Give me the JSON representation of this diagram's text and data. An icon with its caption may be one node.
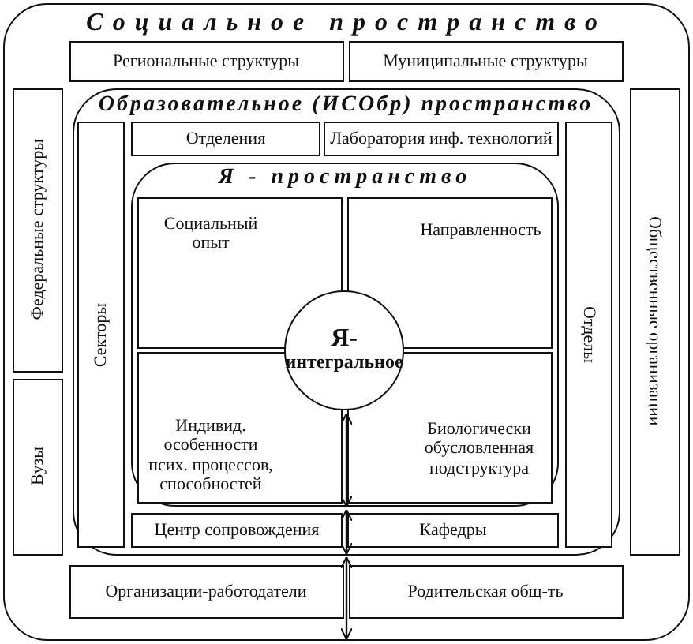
{
  "diagram": {
    "nodes": [
      {
        "text": [
          "Социальное пространство"
        ]
      },
      {
        "text": [
          "Региональные структуры"
        ],
        "in": 0
      },
      {
        "text": [
          "Муниципальные структуры"
        ],
        "in": 0
      },
      {
        "text": [
          "Общественные организации"
        ],
        "in": 0
      },
      {
        "text": [
          "Родительская общ-ть"
        ],
        "in": 0
      },
      {
        "text": [
          "Организации-работодатели"
        ],
        "in": 0
      },
      {
        "text": [
          "Вузы"
        ],
        "in": 0
      },
      {
        "text": [
          "Федеральные структуры"
        ],
        "in": 0
      },
      {
        "text": [
          "Образовательное (ИСОбр) пространство"
        ],
        "in": 0
      },
      {
        "text": [
          "Отделения"
        ],
        "in": 8
      },
      {
        "text": [
          "Лаборатория инф. технологий"
        ],
        "in": 8
      },
      {
        "text": [
          "Отделы"
        ],
        "in": 8
      },
      {
        "text": [
          "Кафедры"
        ],
        "in": 8
      },
      {
        "text": [
          "Центр сопровождения"
        ],
        "in": 8
      },
      {
        "text": [
          "Секторы"
        ],
        "in": 8
      },
      {
        "text": [
          "Я - пространство"
        ],
        "in": 8
      },
      {
        "text": [
          "Социальный опыт"
        ],
        "in": 15
      },
      {
        "text": [
          "Направленность"
        ],
        "in": 15
      },
      {
        "text": [
          "Биологически обусловленная подструктура"
        ],
        "in": 15
      },
      {
        "text": [
          "Индивид. особенности псих. процессов, способностей"
        ],
        "in": 15
      },
      {
        "text": [
          "Я- интегральное"
        ],
        "in": 15
      }
    ],
    "edges": [
      {
        "from": 20,
        "to": 15,
        "arrow": "both"
      },
      {
        "from": 15,
        "to": 8,
        "arrow": "both"
      },
      {
        "from": 8,
        "to": 0,
        "arrow": "both"
      }
    ]
  }
}
